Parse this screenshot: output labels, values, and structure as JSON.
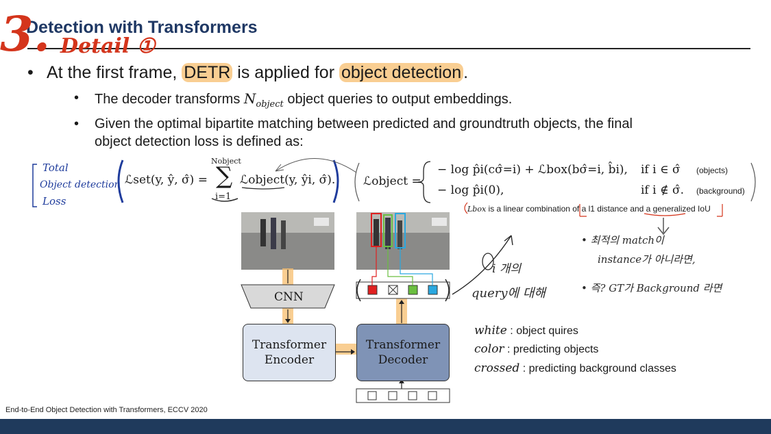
{
  "slide": {
    "title": "Detection with Transformers",
    "section_number": "3.",
    "section_note": "Detail",
    "section_note_mark": "①",
    "bullet1_pre": "At the first frame, ",
    "bullet1_hl1": "DETR",
    "bullet1_mid": " is applied for ",
    "bullet1_hl2": "object detection",
    "bullet1_post": ".",
    "sub1_pre": "The decoder transforms ",
    "sub1_math": "N",
    "sub1_math_sub": "object",
    "sub1_post": " object queries to output embeddings.",
    "sub2_line1": "Given the optimal bipartite matching between predicted and groundtruth objects, the final",
    "sub2_line2": "object detection loss is defined as:",
    "bullet_glyph": "•"
  },
  "loss": {
    "lhs": "ℒset(y, ŷ, σ̂) =",
    "sum_top": "Nobject",
    "sum_sign": "∑",
    "sum_bottom": "i=1",
    "rhs": "ℒobject(y, ŷi, σ̂).",
    "obj_lhs": "ℒobject =",
    "case1": "− log p̂i(cσ̂=i) + ℒbox(bσ̂=i, b̂i),",
    "case1_cond": "if i ∈ σ̂",
    "case1_note": "(objects)",
    "case2": "− log p̂i(0),",
    "case2_cond": "if i ∉ σ̂.",
    "case2_note": "(background)",
    "box_note_math": "Lbox",
    "box_note": "is a linear combination of a l1 distance and a generalized IoU"
  },
  "handwriting": {
    "total_1": "Total",
    "total_2": "Object detection",
    "total_3": "Loss",
    "query_1": "i 개의",
    "query_2": "query에 대해",
    "note_1": "• 최적의 match이",
    "note_2": "instance가 아니라면,",
    "note_3": "• 즉? GT가 Background 라면"
  },
  "diagram": {
    "cnn": "CNN",
    "encoder": "Transformer Encoder",
    "decoder": "Transformer Decoder"
  },
  "legend": [
    {
      "key": "white",
      "text": ": object quires"
    },
    {
      "key": "color",
      "text": ": predicting objects"
    },
    {
      "key": "crossed",
      "text": ": predicting background classes"
    }
  ],
  "footer": {
    "citation": "End-to-End Object Detection with Transformers, ECCV 2020"
  },
  "colors": {
    "title": "#1f3864",
    "annotation_red": "#d4351c",
    "highlight": "#f7be6e",
    "footer_bar": "#1f3a5c",
    "query_red": "#e02020",
    "query_green": "#6abf40",
    "query_blue": "#2aa8e0"
  }
}
